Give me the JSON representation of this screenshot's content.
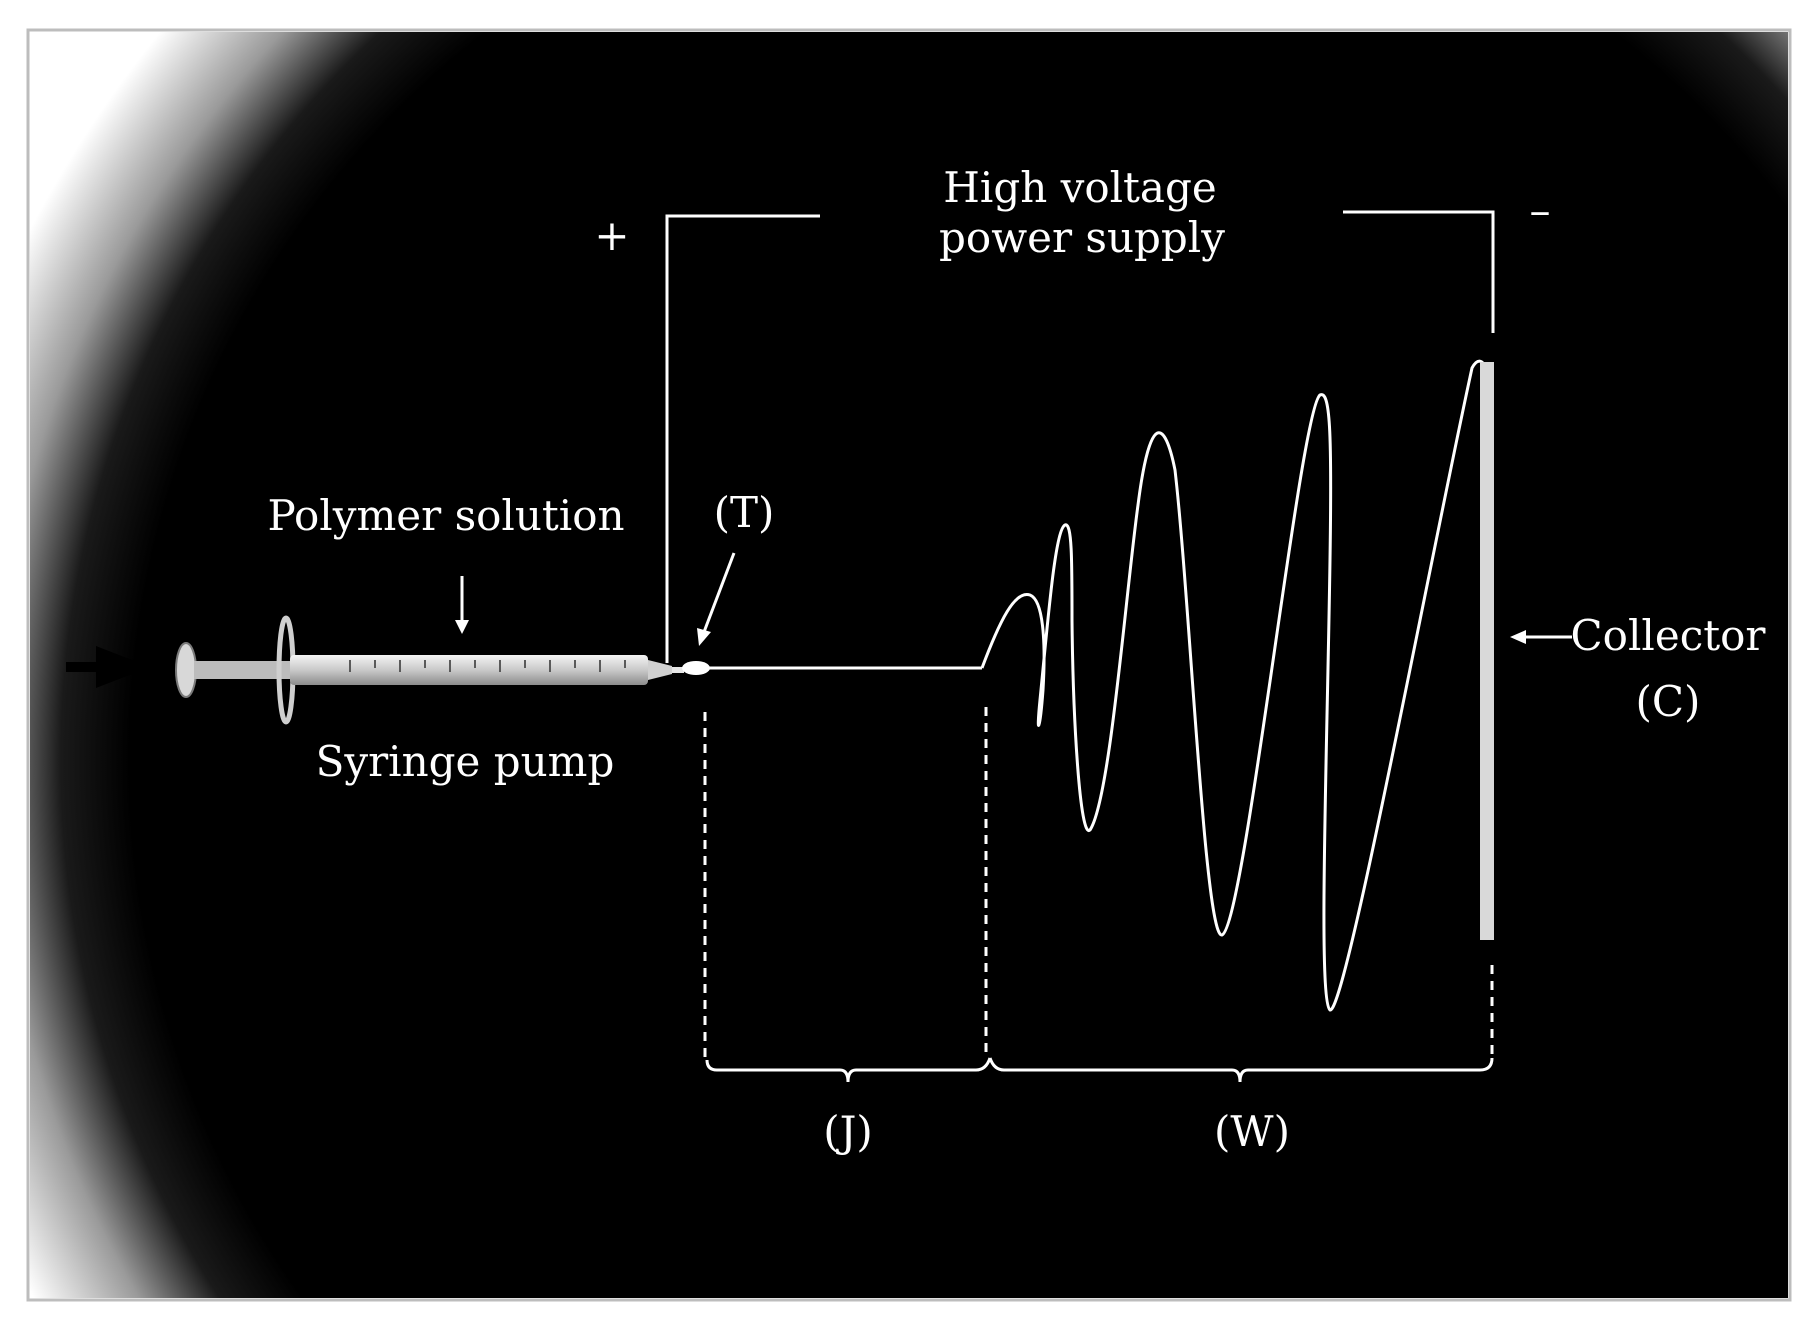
{
  "labels": {
    "power_supply_line1": "High voltage",
    "power_supply_line2": "power supply",
    "plus": "+",
    "minus": "–",
    "polymer_solution": "Polymer solution",
    "syringe_pump": "Syringe pump",
    "tip": "(T)",
    "collector_line1": "Collector",
    "collector_line2": "(C)",
    "jet_region": "(J)",
    "whipping_region": "(W)"
  },
  "colors": {
    "background": "#000000",
    "foreground": "#ffffff",
    "frame": "#ffffff"
  }
}
